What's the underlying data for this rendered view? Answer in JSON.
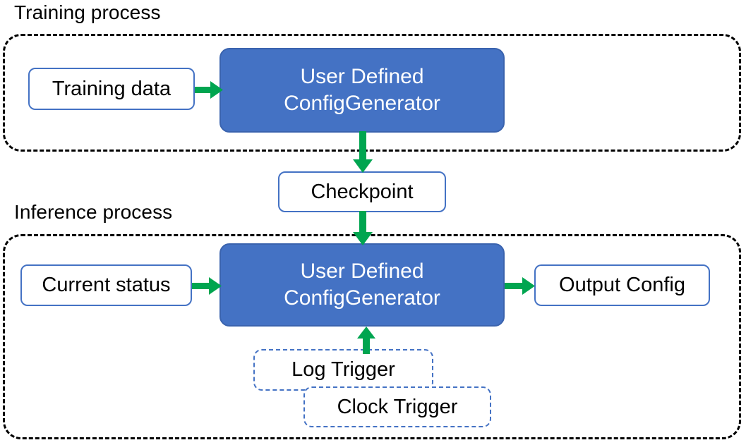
{
  "diagram": {
    "title_training": "Training process",
    "title_inference": "Inference process",
    "colors": {
      "primary_fill": "#4472C4",
      "primary_stroke": "#3A63AE",
      "node_outline": "#4472C4",
      "arrow_green": "#00A550",
      "container_stroke": "#000000",
      "text_dark": "#000000",
      "text_light": "#FFFFFF"
    },
    "training_process": {
      "label": "Training process",
      "nodes": {
        "training_data": "Training data",
        "generator_line1": "User Defined",
        "generator_line2": "ConfigGenerator"
      }
    },
    "checkpoint": {
      "label": "Checkpoint"
    },
    "inference_process": {
      "label": "Inference process",
      "nodes": {
        "current_status": "Current status",
        "generator_line1": "User Defined",
        "generator_line2": "ConfigGenerator",
        "output_config": "Output Config",
        "log_trigger": "Log Trigger",
        "clock_trigger": "Clock Trigger"
      }
    },
    "arrows": [
      {
        "name": "training-data-to-generator",
        "from": "Training data",
        "to": "User Defined ConfigGenerator",
        "direction": "right"
      },
      {
        "name": "generator-to-checkpoint",
        "from": "User Defined ConfigGenerator",
        "to": "Checkpoint",
        "direction": "down"
      },
      {
        "name": "checkpoint-to-generator",
        "from": "Checkpoint",
        "to": "User Defined ConfigGenerator",
        "direction": "down"
      },
      {
        "name": "status-to-generator",
        "from": "Current status",
        "to": "User Defined ConfigGenerator",
        "direction": "right"
      },
      {
        "name": "generator-to-output",
        "from": "User Defined ConfigGenerator",
        "to": "Output Config",
        "direction": "right"
      },
      {
        "name": "trigger-to-generator",
        "from": "Log Trigger / Clock Trigger",
        "to": "User Defined ConfigGenerator",
        "direction": "up"
      }
    ]
  }
}
